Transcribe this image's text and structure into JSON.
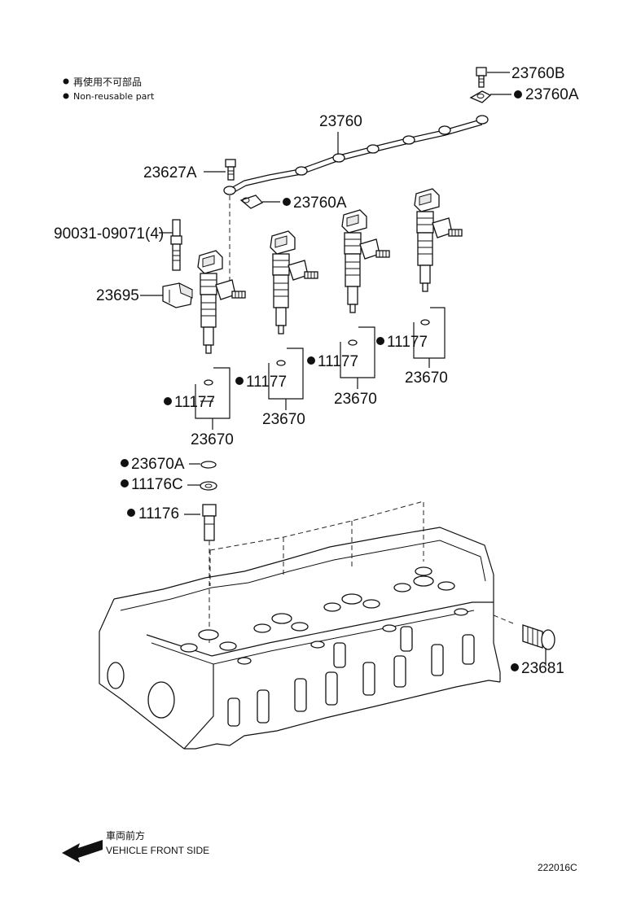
{
  "legend": {
    "ja": "再使用不可部品",
    "en": "Non-reusable part"
  },
  "parts": {
    "p23760B": "23760B",
    "p23760A_top": "23760A",
    "p23760": "23760",
    "p23627A": "23627A",
    "p23760A_mid": "23760A",
    "p90031": "90031-09071(4)",
    "p23695": "23695",
    "p11177_a": "11177",
    "p11177_b": "11177",
    "p11177_c": "11177",
    "p11177_d": "11177",
    "p23670_a": "23670",
    "p23670_b": "23670",
    "p23670_c": "23670",
    "p23670_d": "23670",
    "p23670A": "23670A",
    "p11176C": "11176C",
    "p11176": "11176",
    "p23681": "23681"
  },
  "direction": {
    "ja": "車両前方",
    "en": "VEHICLE FRONT SIDE"
  },
  "diagram_code": "222016C"
}
